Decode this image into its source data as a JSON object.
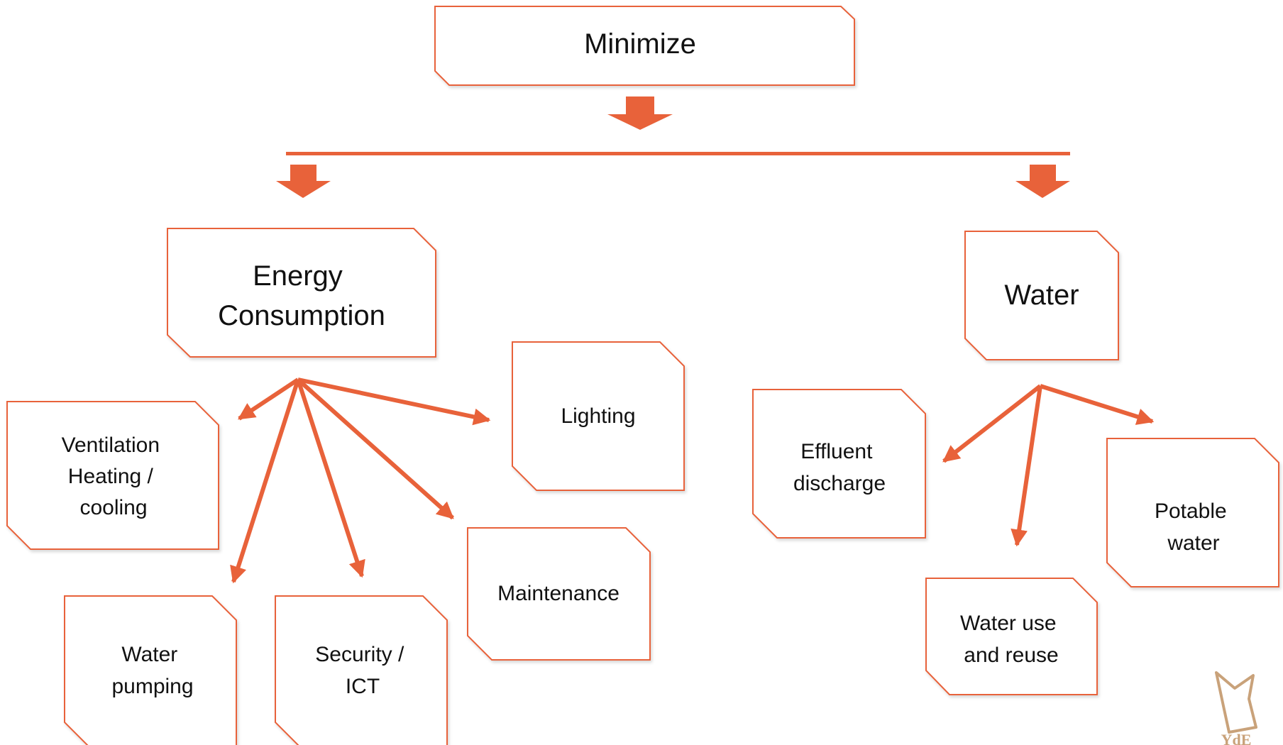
{
  "colors": {
    "accent": "#e8623a",
    "text": "#111111",
    "logo": "#c9a27a"
  },
  "nodes": {
    "minimize": {
      "lines": [
        "Minimize"
      ]
    },
    "energy": {
      "lines": [
        "Energy",
        "Consumption"
      ]
    },
    "water": {
      "lines": [
        "Water"
      ]
    },
    "ventilation": {
      "lines": [
        "Ventilation",
        "Heating  /",
        "cooling"
      ]
    },
    "lighting": {
      "lines": [
        "Lighting"
      ]
    },
    "maintenance": {
      "lines": [
        "Maintenance"
      ]
    },
    "water_pumping": {
      "lines": [
        "Water",
        "pumping"
      ]
    },
    "security": {
      "lines": [
        "Security /",
        "ICT"
      ]
    },
    "effluent": {
      "lines": [
        "Effluent",
        "discharge"
      ]
    },
    "potable": {
      "lines": [
        "Potable",
        "water"
      ]
    },
    "reuse": {
      "lines": [
        "Water use",
        "and reuse"
      ]
    }
  },
  "logo": {
    "icon": "bird-logo-icon",
    "text": "YdE"
  }
}
